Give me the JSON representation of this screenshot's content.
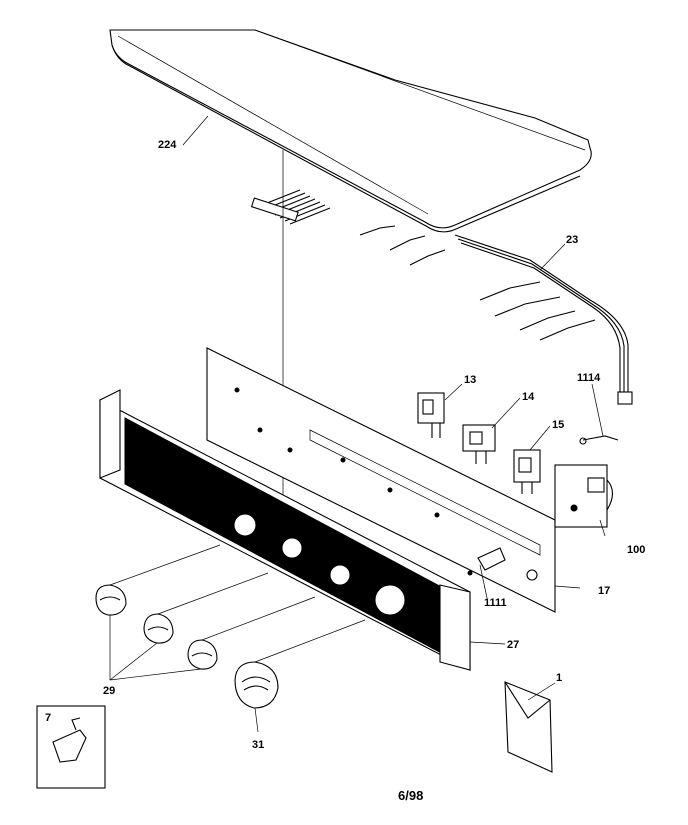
{
  "labels": {
    "p224": "224",
    "p23": "23",
    "p13": "13",
    "p14": "14",
    "p15": "15",
    "p1114": "1114",
    "p100": "100",
    "p17": "17",
    "p1111": "1111",
    "p27": "27",
    "p29": "29",
    "p31": "31",
    "p7": "7",
    "p1": "1"
  },
  "date_code": "6/98"
}
